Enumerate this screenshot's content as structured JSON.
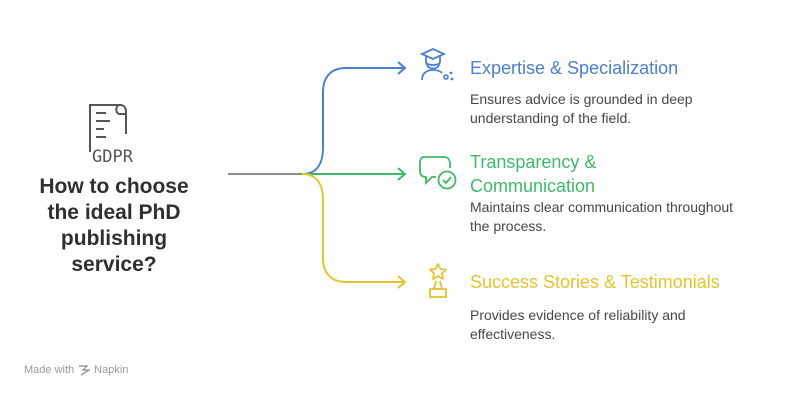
{
  "title": {
    "lines": [
      "How to choose",
      "the ideal PhD",
      "publishing",
      "service?"
    ]
  },
  "document_icon": {
    "icon": "gdpr-scroll-icon",
    "text": "GDPR"
  },
  "branches": [
    {
      "heading_lines": [
        "Expertise & Specialization"
      ],
      "description_lines": [
        "Ensures advice is grounded in deep",
        "understanding of the field."
      ],
      "color": "#4a7fd6",
      "icon": "graduate-icon"
    },
    {
      "heading_lines": [
        "Transparency &",
        "Communication"
      ],
      "description_lines": [
        "Maintains clear communication throughout",
        "the process."
      ],
      "color": "#3dba6a",
      "icon": "chat-check-icon"
    },
    {
      "heading_lines": [
        "Success Stories & Testimonials"
      ],
      "description_lines": [
        "Provides evidence of reliability and",
        "effectiveness."
      ],
      "color": "#e6c42a",
      "icon": "trophy-star-icon"
    }
  ],
  "footer": {
    "prefix": "Made with",
    "brand": "Napkin",
    "icon": "napkin-logo-icon"
  }
}
